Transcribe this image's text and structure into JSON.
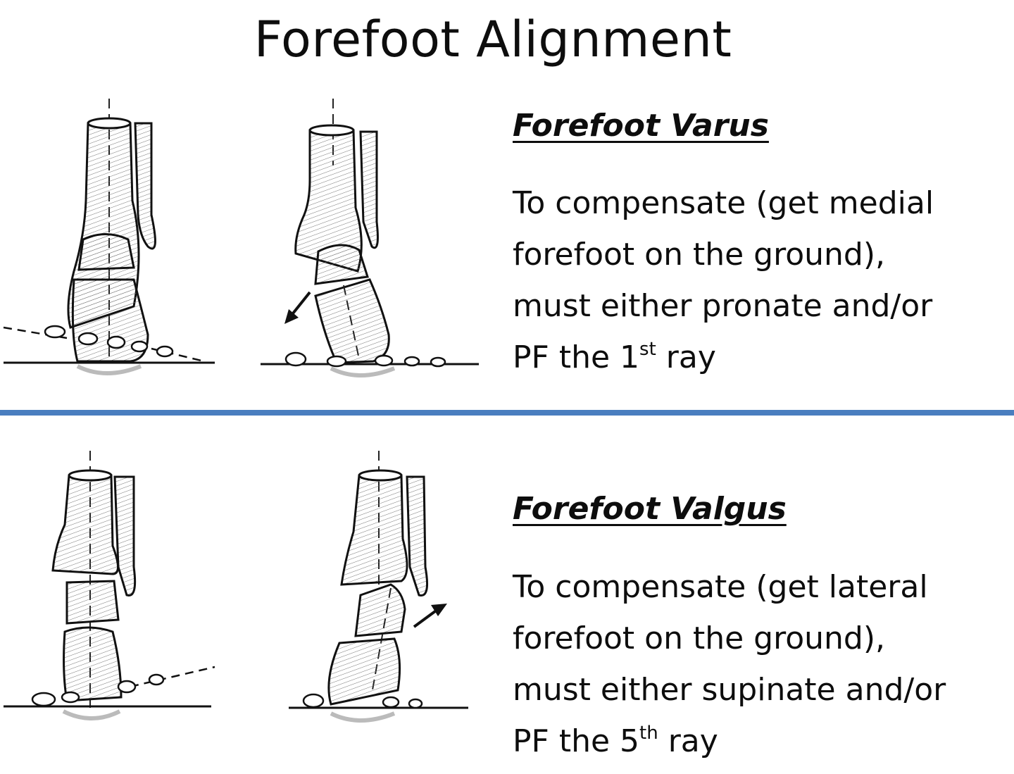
{
  "title": "Forefoot Alignment",
  "colors": {
    "divider": "#4a7ebf",
    "ink": "#1a1a1a",
    "shade": "#9a9a9a"
  },
  "varus": {
    "heading": "Forefoot Varus",
    "lines": [
      "To compensate (get medial",
      "forefoot on the ground),",
      "must either pronate and/or"
    ],
    "last_prefix": "PF the 1",
    "last_sup": "st",
    "last_suffix": " ray"
  },
  "valgus": {
    "heading": "Forefoot Valgus",
    "lines": [
      "To compensate (get lateral",
      "forefoot on the ground),",
      "must either supinate and/or"
    ],
    "last_prefix": "PF the 5",
    "last_sup": "th",
    "last_suffix": " ray"
  }
}
